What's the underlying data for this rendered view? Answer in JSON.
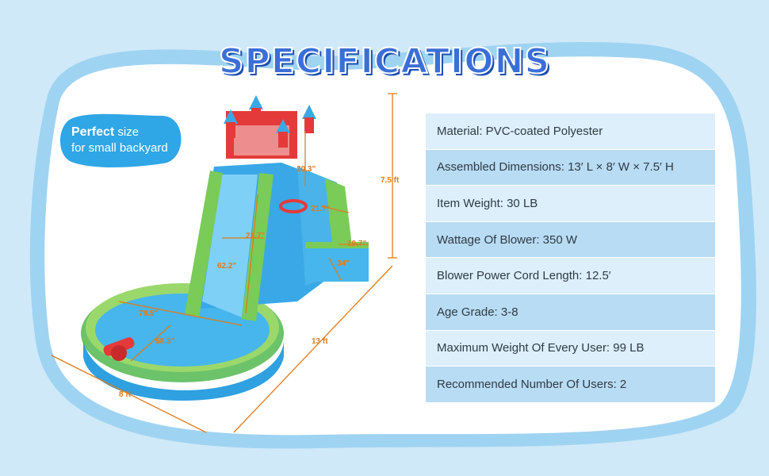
{
  "title": "SPECIFICATIONS",
  "badge": {
    "bold": "Perfect",
    "rest": " size",
    "line2": "for small backyard"
  },
  "dimensions": {
    "height": "7.5 ft",
    "length": "13 ft",
    "width": "8 ft",
    "tower": "30.3\"",
    "slide_width": "21.7\"",
    "slide_length": "62.2\"",
    "climb_width": "21.7\"",
    "ramp_width": "19.7\"",
    "ramp_length": "34\"",
    "pool_length": "79.5\"",
    "pool_width": "58.3\""
  },
  "specs": [
    "Material: PVC-coated Polyester",
    "Assembled Dimensions: 13′ L × 8′ W × 7.5′ H",
    "Item Weight: 30 LB",
    "Wattage Of Blower:  350 W",
    "Blower Power Cord Length: 12.5′",
    "Age Grade: 3-8",
    "Maximum Weight Of Every User: 99 LB",
    "Recommended Number Of Users: 2"
  ],
  "colors": {
    "accent": "#3b6fd8",
    "badge": "#2fa6e6",
    "dim": "#e07b1a",
    "row_light": "#ddeffb",
    "row_dark": "#b8dcf3"
  }
}
